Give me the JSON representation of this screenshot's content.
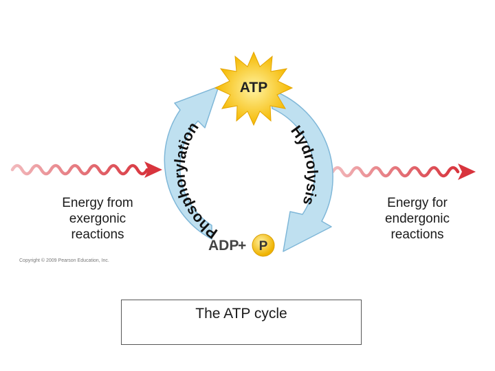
{
  "diagram": {
    "center_molecule": "ATP",
    "product_adp": "ADP",
    "plus_sign": "+",
    "product_phosphate": "P",
    "left_arc_label": "Phosphorylation",
    "right_arc_label": "Hydrolysis",
    "left_input_label": [
      "Energy from",
      "exergonic",
      "reactions"
    ],
    "right_output_label": [
      "Energy for",
      "endergonic",
      "reactions"
    ],
    "copyright": "Copyright © 2009 Pearson Education, Inc.",
    "caption": "The ATP cycle"
  },
  "colors": {
    "arc_fill": "#bfe0f0",
    "arc_stroke": "#7fb7d8",
    "atp_star": "#f6c61a",
    "phosphate_circle": "#f4c21c",
    "wave_red": "#d8343d"
  }
}
